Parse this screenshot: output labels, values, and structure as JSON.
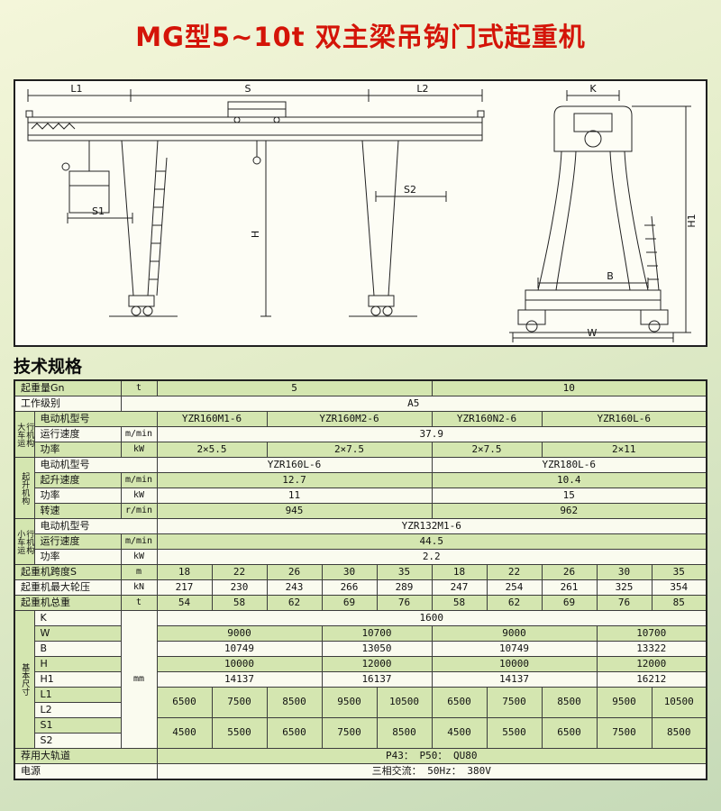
{
  "page": {
    "title": "MG型5~10t 双主梁吊钩门式起重机",
    "section_heading": "技术规格"
  },
  "drawing": {
    "front": {
      "l1": "L1",
      "s": "S",
      "l2": "L2",
      "s1": "S1",
      "s2": "S2",
      "h": "H"
    },
    "side": {
      "k": "K",
      "b": "B",
      "w": "W",
      "h1": "H1"
    }
  },
  "colors": {
    "title_red": "#d41408",
    "stripe_green": "#d4e6b0",
    "stripe_white": "#fafbef",
    "page_background": "#e2ecc8"
  },
  "table": {
    "rows": [
      {
        "cells": [
          {
            "t": "起重量Gn",
            "cs": 2,
            "cls": "lab"
          },
          {
            "t": "t",
            "cls": "unit"
          },
          {
            "t": "5",
            "cs": 5
          },
          {
            "t": "10",
            "cs": 5
          }
        ]
      },
      {
        "cells": [
          {
            "t": "工作级别",
            "cs": 2,
            "cls": "lab"
          },
          {
            "t": "A5",
            "cs": 11
          }
        ]
      },
      {
        "cells": [
          {
            "t": "大车运\n行机构",
            "rs": 3,
            "cls": "grp"
          },
          {
            "t": "电动机型号",
            "cs": 2,
            "cls": "lab"
          },
          {
            "t": "YZR160M1-6",
            "cs": 2
          },
          {
            "t": "YZR160M2-6",
            "cs": 3
          },
          {
            "t": "YZR160N2-6",
            "cs": 2
          },
          {
            "t": "YZR160L-6",
            "cs": 3
          }
        ]
      },
      {
        "cells": [
          {
            "t": "运行速度",
            "cls": "lab"
          },
          {
            "t": "m/min",
            "cls": "unit"
          },
          {
            "t": "37.9",
            "cs": 10
          }
        ]
      },
      {
        "cells": [
          {
            "t": "功率",
            "cls": "lab"
          },
          {
            "t": "kW",
            "cls": "unit"
          },
          {
            "t": "2×5.5",
            "cs": 2
          },
          {
            "t": "2×7.5",
            "cs": 3
          },
          {
            "t": "2×7.5",
            "cs": 2
          },
          {
            "t": "2×11",
            "cs": 3
          }
        ]
      },
      {
        "cells": [
          {
            "t": "起升机构",
            "rs": 4,
            "cls": "grp"
          },
          {
            "t": "电动机型号",
            "cs": 2,
            "cls": "lab"
          },
          {
            "t": "YZR160L-6",
            "cs": 5
          },
          {
            "t": "YZR180L-6",
            "cs": 5
          }
        ]
      },
      {
        "cells": [
          {
            "t": "起升速度",
            "cls": "lab"
          },
          {
            "t": "m/min",
            "cls": "unit"
          },
          {
            "t": "12.7",
            "cs": 5
          },
          {
            "t": "10.4",
            "cs": 5
          }
        ]
      },
      {
        "cells": [
          {
            "t": "功率",
            "cls": "lab"
          },
          {
            "t": "kW",
            "cls": "unit"
          },
          {
            "t": "11",
            "cs": 5
          },
          {
            "t": "15",
            "cs": 5
          }
        ]
      },
      {
        "cells": [
          {
            "t": "转速",
            "cls": "lab"
          },
          {
            "t": "r/min",
            "cls": "unit"
          },
          {
            "t": "945",
            "cs": 5
          },
          {
            "t": "962",
            "cs": 5
          }
        ]
      },
      {
        "cells": [
          {
            "t": "小车运\n行机构",
            "rs": 3,
            "cls": "grp"
          },
          {
            "t": "电动机型号",
            "cs": 2,
            "cls": "lab"
          },
          {
            "t": "YZR132M1-6",
            "cs": 10
          }
        ]
      },
      {
        "cells": [
          {
            "t": "运行速度",
            "cls": "lab"
          },
          {
            "t": "m/min",
            "cls": "unit"
          },
          {
            "t": "44.5",
            "cs": 10
          }
        ]
      },
      {
        "cells": [
          {
            "t": "功率",
            "cls": "lab"
          },
          {
            "t": "kW",
            "cls": "unit"
          },
          {
            "t": "2.2",
            "cs": 10
          }
        ]
      },
      {
        "cells": [
          {
            "t": "起重机跨度S",
            "cs": 2,
            "cls": "lab"
          },
          {
            "t": "m",
            "cls": "unit"
          },
          {
            "t": "18"
          },
          {
            "t": "22"
          },
          {
            "t": "26"
          },
          {
            "t": "30"
          },
          {
            "t": "35"
          },
          {
            "t": "18"
          },
          {
            "t": "22"
          },
          {
            "t": "26"
          },
          {
            "t": "30"
          },
          {
            "t": "35"
          }
        ]
      },
      {
        "cells": [
          {
            "t": "起重机最大轮压",
            "cs": 2,
            "cls": "lab"
          },
          {
            "t": "kN",
            "cls": "unit"
          },
          {
            "t": "217"
          },
          {
            "t": "230"
          },
          {
            "t": "243"
          },
          {
            "t": "266"
          },
          {
            "t": "289"
          },
          {
            "t": "247"
          },
          {
            "t": "254"
          },
          {
            "t": "261"
          },
          {
            "t": "325"
          },
          {
            "t": "354"
          }
        ]
      },
      {
        "cells": [
          {
            "t": "起重机总重",
            "cs": 2,
            "cls": "lab"
          },
          {
            "t": "t",
            "cls": "unit"
          },
          {
            "t": "54"
          },
          {
            "t": "58"
          },
          {
            "t": "62"
          },
          {
            "t": "69"
          },
          {
            "t": "76"
          },
          {
            "t": "58"
          },
          {
            "t": "62"
          },
          {
            "t": "69"
          },
          {
            "t": "76"
          },
          {
            "t": "85"
          }
        ]
      },
      {
        "cells": [
          {
            "t": "基本尺寸",
            "rs": 9,
            "cls": "grp"
          },
          {
            "t": "K",
            "cls": "lab"
          },
          {
            "t": "mm",
            "rs": 9,
            "cls": "unit"
          },
          {
            "t": "1600",
            "cs": 10
          }
        ]
      },
      {
        "cells": [
          {
            "t": "W",
            "cls": "lab"
          },
          {
            "t": "9000",
            "cs": 3
          },
          {
            "t": "10700",
            "cs": 2
          },
          {
            "t": "9000",
            "cs": 3
          },
          {
            "t": "10700",
            "cs": 2
          }
        ]
      },
      {
        "cells": [
          {
            "t": "B",
            "cls": "lab"
          },
          {
            "t": "10749",
            "cs": 3
          },
          {
            "t": "13050",
            "cs": 2
          },
          {
            "t": "10749",
            "cs": 3
          },
          {
            "t": "13322",
            "cs": 2
          }
        ]
      },
      {
        "cells": [
          {
            "t": "H",
            "cls": "lab"
          },
          {
            "t": "10000",
            "cs": 3
          },
          {
            "t": "12000",
            "cs": 2
          },
          {
            "t": "10000",
            "cs": 3
          },
          {
            "t": "12000",
            "cs": 2
          }
        ]
      },
      {
        "cells": [
          {
            "t": "H1",
            "cls": "lab"
          },
          {
            "t": "14137",
            "cs": 3
          },
          {
            "t": "16137",
            "cs": 2
          },
          {
            "t": "14137",
            "cs": 3
          },
          {
            "t": "16212",
            "cs": 2
          }
        ]
      },
      {
        "cells": [
          {
            "t": "L1",
            "cls": "lab"
          },
          {
            "t": "6500",
            "rs": 2
          },
          {
            "t": "7500",
            "rs": 2
          },
          {
            "t": "8500",
            "rs": 2
          },
          {
            "t": "9500",
            "rs": 2
          },
          {
            "t": "10500",
            "rs": 2
          },
          {
            "t": "6500",
            "rs": 2
          },
          {
            "t": "7500",
            "rs": 2
          },
          {
            "t": "8500",
            "rs": 2
          },
          {
            "t": "9500",
            "rs": 2
          },
          {
            "t": "10500",
            "rs": 2
          }
        ]
      },
      {
        "cells": [
          {
            "t": "L2",
            "cls": "lab"
          }
        ]
      },
      {
        "cells": [
          {
            "t": "S1",
            "cls": "lab"
          },
          {
            "t": "4500",
            "rs": 2
          },
          {
            "t": "5500",
            "rs": 2
          },
          {
            "t": "6500",
            "rs": 2
          },
          {
            "t": "7500",
            "rs": 2
          },
          {
            "t": "8500",
            "rs": 2
          },
          {
            "t": "4500",
            "rs": 2
          },
          {
            "t": "5500",
            "rs": 2
          },
          {
            "t": "6500",
            "rs": 2
          },
          {
            "t": "7500",
            "rs": 2
          },
          {
            "t": "8500",
            "rs": 2
          }
        ]
      },
      {
        "cells": [
          {
            "t": "S2",
            "cls": "lab"
          }
        ]
      },
      {
        "cells": [
          {
            "t": "荐用大轨道",
            "cs": 3,
            "cls": "lab"
          },
          {
            "t": "P43：  P50：  QU80",
            "cs": 10
          }
        ]
      },
      {
        "cells": [
          {
            "t": "电源",
            "cs": 3,
            "cls": "lab"
          },
          {
            "t": "三相交流：  50Hz：  380V",
            "cs": 10
          }
        ]
      }
    ]
  }
}
